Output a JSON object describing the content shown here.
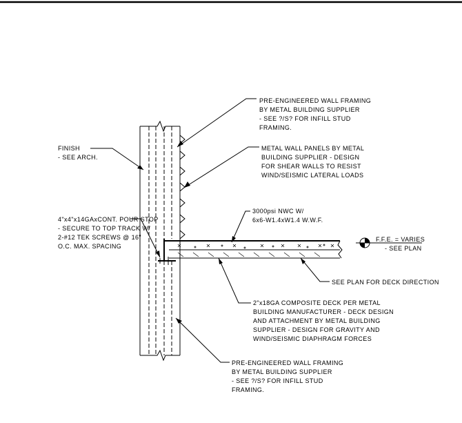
{
  "notes": {
    "wall_framing_top": [
      "PRE-ENGINEERED WALL FRAMING",
      "BY METAL BUILDING SUPPLIER",
      "- SEE ?/S? FOR INFILL STUD",
      "FRAMING."
    ],
    "finish": [
      "FINISH",
      "- SEE ARCH."
    ],
    "wall_panels": [
      "METAL WALL PANELS BY METAL",
      "BUILDING SUPPLIER - DESIGN",
      "FOR SHEAR WALLS TO RESIST",
      "WIND/SEISMIC LATERAL LOADS"
    ],
    "concrete": [
      "3000psi NWC W/",
      "6x6-W1.4xW1.4 W.W.F."
    ],
    "pour_stop": [
      "4\"x4\"x14GAxCONT. POUR STOP",
      "- SECURE TO TOP TRACK W/",
      "2-#12 TEK SCREWS @ 16\"",
      "O.C. MAX. SPACING"
    ],
    "ffe": [
      "F.F.E. = VARIES",
      "- SEE PLAN"
    ],
    "deck_direction": [
      "SEE PLAN FOR DECK DIRECTION"
    ],
    "composite_deck": [
      "2\"x18GA COMPOSITE DECK PER METAL",
      "BUILDING MANUFACTURER - DECK DESIGN",
      "AND ATTACHMENT BY METAL BUILDING",
      "SUPPLIER - DESIGN FOR GRAVITY AND",
      "WIND/SEISMIC DIAPHRAGM FORCES"
    ],
    "wall_framing_bottom": [
      "PRE-ENGINEERED WALL FRAMING",
      "BY METAL BUILDING SUPPLIER",
      "- SEE ?/S? FOR INFILL STUD",
      "FRAMING."
    ]
  }
}
